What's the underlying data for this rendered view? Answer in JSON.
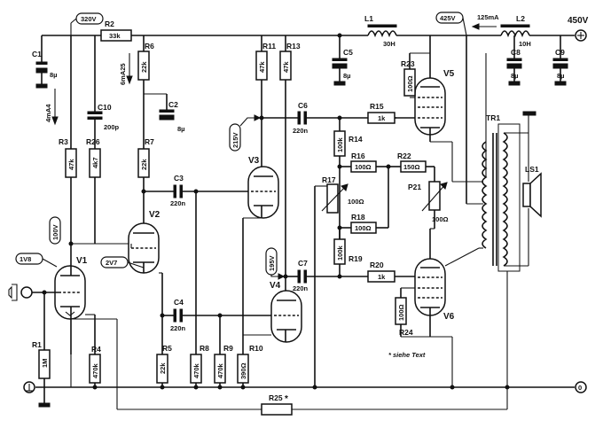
{
  "supply": {
    "v320": "320V",
    "v425": "425V",
    "i125": "125mA",
    "v450": "450V",
    "gnd_zero": "0"
  },
  "voltages": {
    "v215": "215V",
    "v195": "195V",
    "v100": "100V",
    "v1v8": "1V8",
    "v2v7": "2V7"
  },
  "currents": {
    "i6ma25": "6mA25",
    "i4ma4": "4mA4"
  },
  "tubes": {
    "v1": "V1",
    "v2": "V2",
    "v3": "V3",
    "v4": "V4",
    "v5": "V5",
    "v6": "V6"
  },
  "resistors": {
    "r1": {
      "name": "R1",
      "value": "1M"
    },
    "r2": {
      "name": "R2",
      "value": "33k"
    },
    "r3": {
      "name": "R3",
      "value": "47k"
    },
    "r4": {
      "name": "R4",
      "value": "470k"
    },
    "r5": {
      "name": "R5",
      "value": "22k"
    },
    "r6": {
      "name": "R6",
      "value": "22k"
    },
    "r7": {
      "name": "R7",
      "value": "22k"
    },
    "r8": {
      "name": "R8",
      "value": "470k"
    },
    "r9": {
      "name": "R9",
      "value": "470k"
    },
    "r10": {
      "name": "R10",
      "value": "390Ω"
    },
    "r11": {
      "name": "R11",
      "value": "47k"
    },
    "r13": {
      "name": "R13",
      "value": "47k"
    },
    "r14": {
      "name": "R14",
      "value": "100k"
    },
    "r15": {
      "name": "R15",
      "value": "1k"
    },
    "r16": {
      "name": "R16",
      "value": "100Ω"
    },
    "r17": {
      "name": "R17",
      "value": "100Ω"
    },
    "r18": {
      "name": "R18",
      "value": "100Ω"
    },
    "r19": {
      "name": "R19",
      "value": "100k"
    },
    "r20": {
      "name": "R20",
      "value": "1k"
    },
    "r22": {
      "name": "R22",
      "value": "150Ω"
    },
    "r23": {
      "name": "R23",
      "value": "100Ω"
    },
    "r24": {
      "name": "R24",
      "value": "100Ω"
    },
    "r25": {
      "name": "R25",
      "value": "*"
    },
    "r26": {
      "name": "R26",
      "value": "4k7"
    },
    "p21": {
      "name": "P21",
      "value": "100Ω"
    }
  },
  "capacitors": {
    "c1": {
      "name": "C1",
      "value": "8µ"
    },
    "c2": {
      "name": "C2",
      "value": "8µ"
    },
    "c3": {
      "name": "C3",
      "value": "220n"
    },
    "c4": {
      "name": "C4",
      "value": "220n"
    },
    "c5": {
      "name": "C5",
      "value": "8µ"
    },
    "c6": {
      "name": "C6",
      "value": "220n"
    },
    "c7": {
      "name": "C7",
      "value": "220n"
    },
    "c8": {
      "name": "C8",
      "value": "8µ"
    },
    "c9": {
      "name": "C9",
      "value": "8µ"
    },
    "c10": {
      "name": "C10",
      "value": "200p"
    }
  },
  "inductors": {
    "l1": {
      "name": "L1",
      "value": "30H"
    },
    "l2": {
      "name": "L2",
      "value": "10H"
    }
  },
  "transformer": "TR1",
  "speaker": "LS1",
  "footnote": "* siehe Text"
}
